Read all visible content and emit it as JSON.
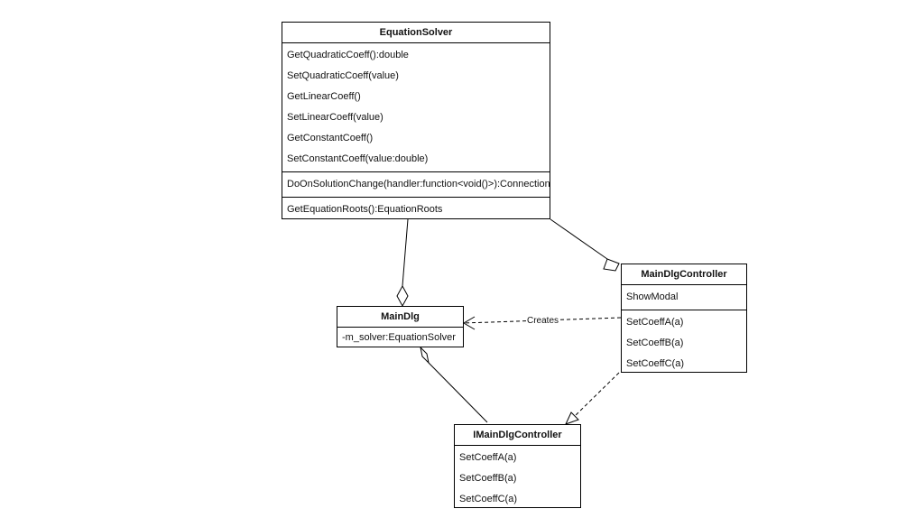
{
  "diagram": {
    "classes": {
      "equation_solver": {
        "name": "EquationSolver",
        "sections": [
          [
            "GetQuadraticCoeff():double",
            "SetQuadraticCoeff(value)",
            "GetLinearCoeff()",
            "SetLinearCoeff(value)",
            "GetConstantCoeff()",
            "SetConstantCoeff(value:double)"
          ],
          [
            "DoOnSolutionChange(handler:function<void()>):Connection"
          ],
          [
            "GetEquationRoots():EquationRoots"
          ]
        ]
      },
      "main_dlg": {
        "name": "MainDlg",
        "sections": [
          [
            "-m_solver:EquationSolver"
          ]
        ]
      },
      "main_dlg_controller": {
        "name": "MainDlgController",
        "sections": [
          [
            "ShowModal"
          ],
          [
            "SetCoeffA(a)",
            "SetCoeffB(a)",
            "SetCoeffC(a)"
          ]
        ]
      },
      "imain_dlg_controller": {
        "name": "IMainDlgController",
        "sections": [
          [
            "SetCoeffA(a)",
            "SetCoeffB(a)",
            "SetCoeffC(a)"
          ]
        ]
      }
    },
    "relations": {
      "creates_label": "Creates"
    }
  }
}
